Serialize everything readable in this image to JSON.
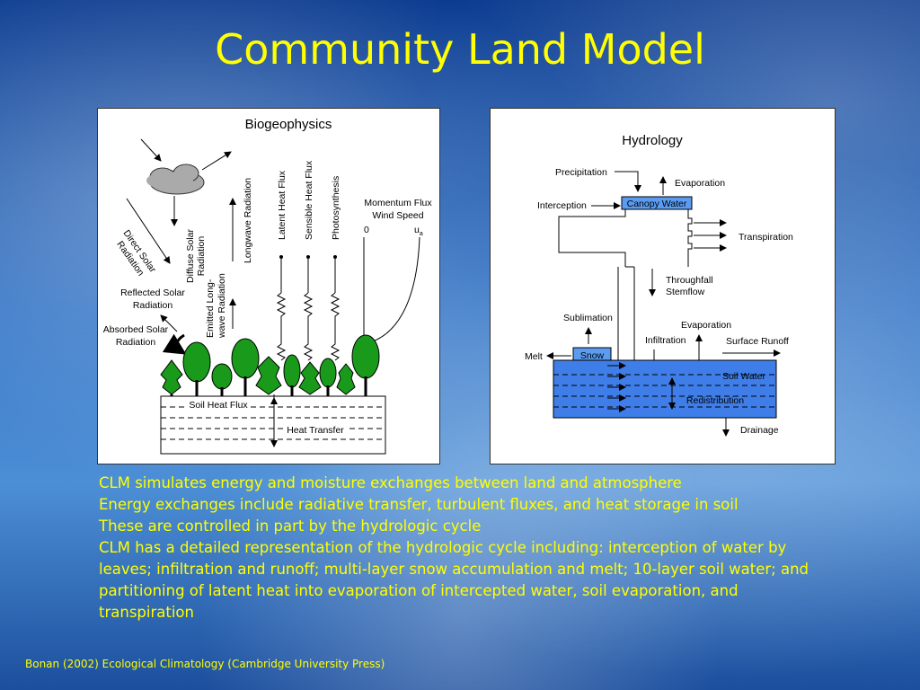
{
  "title": "Community Land Model",
  "biogeophysics": {
    "heading": "Biogeophysics",
    "direct_solar": [
      "Direct Solar",
      "Radiation"
    ],
    "diffuse_solar": [
      "Diffuse Solar",
      "Radiation"
    ],
    "longwave": "Longwave Radiation",
    "latent": "Latent Heat Flux",
    "sensible": "Sensible Heat Flux",
    "photosynthesis": "Photosynthesis",
    "momentum": [
      "Momentum Flux",
      "Wind Speed"
    ],
    "zero": "0",
    "ua": "u",
    "ua_sub": "a",
    "reflected": [
      "Reflected Solar",
      "Radiation"
    ],
    "absorbed": [
      "Absorbed Solar",
      "Radiation"
    ],
    "emitted": [
      "Emitted Long-",
      "wave Radiation"
    ],
    "soil_heat_flux": "Soil Heat Flux",
    "heat_transfer": "Heat Transfer"
  },
  "hydrology": {
    "heading": "Hydrology",
    "precipitation": "Precipitation",
    "evaporation_top": "Evaporation",
    "interception": "Interception",
    "canopy_water": "Canopy Water",
    "transpiration": "Transpiration",
    "throughfall": [
      "Throughfall",
      "Stemflow"
    ],
    "sublimation": "Sublimation",
    "evaporation_mid": "Evaporation",
    "infiltration": "Infiltration",
    "surface_runoff": "Surface Runoff",
    "melt": "Melt",
    "snow": "Snow",
    "soil_water": "Soil Water",
    "redistribution": "Redistribution",
    "drainage": "Drainage"
  },
  "bullets": [
    "CLM simulates energy and moisture exchanges between land and atmosphere",
    "Energy exchanges include radiative transfer, turbulent fluxes, and heat storage in soil",
    "These are controlled in part by the hydrologic cycle",
    "CLM has a detailed representation of the hydrologic cycle including: interception of water by leaves; infiltration and runoff; multi-layer snow accumulation and melt; 10-layer soil water; and partitioning of latent heat into evaporation of intercepted water, soil evaporation, and transpiration"
  ],
  "citation": "Bonan (2002) Ecological Climatology (Cambridge University Press)",
  "colors": {
    "title": "#ffff00",
    "tree_green": "#1a9a1a",
    "water_blue": "#3f7ee8",
    "snow_blue": "#5b9cf0"
  }
}
